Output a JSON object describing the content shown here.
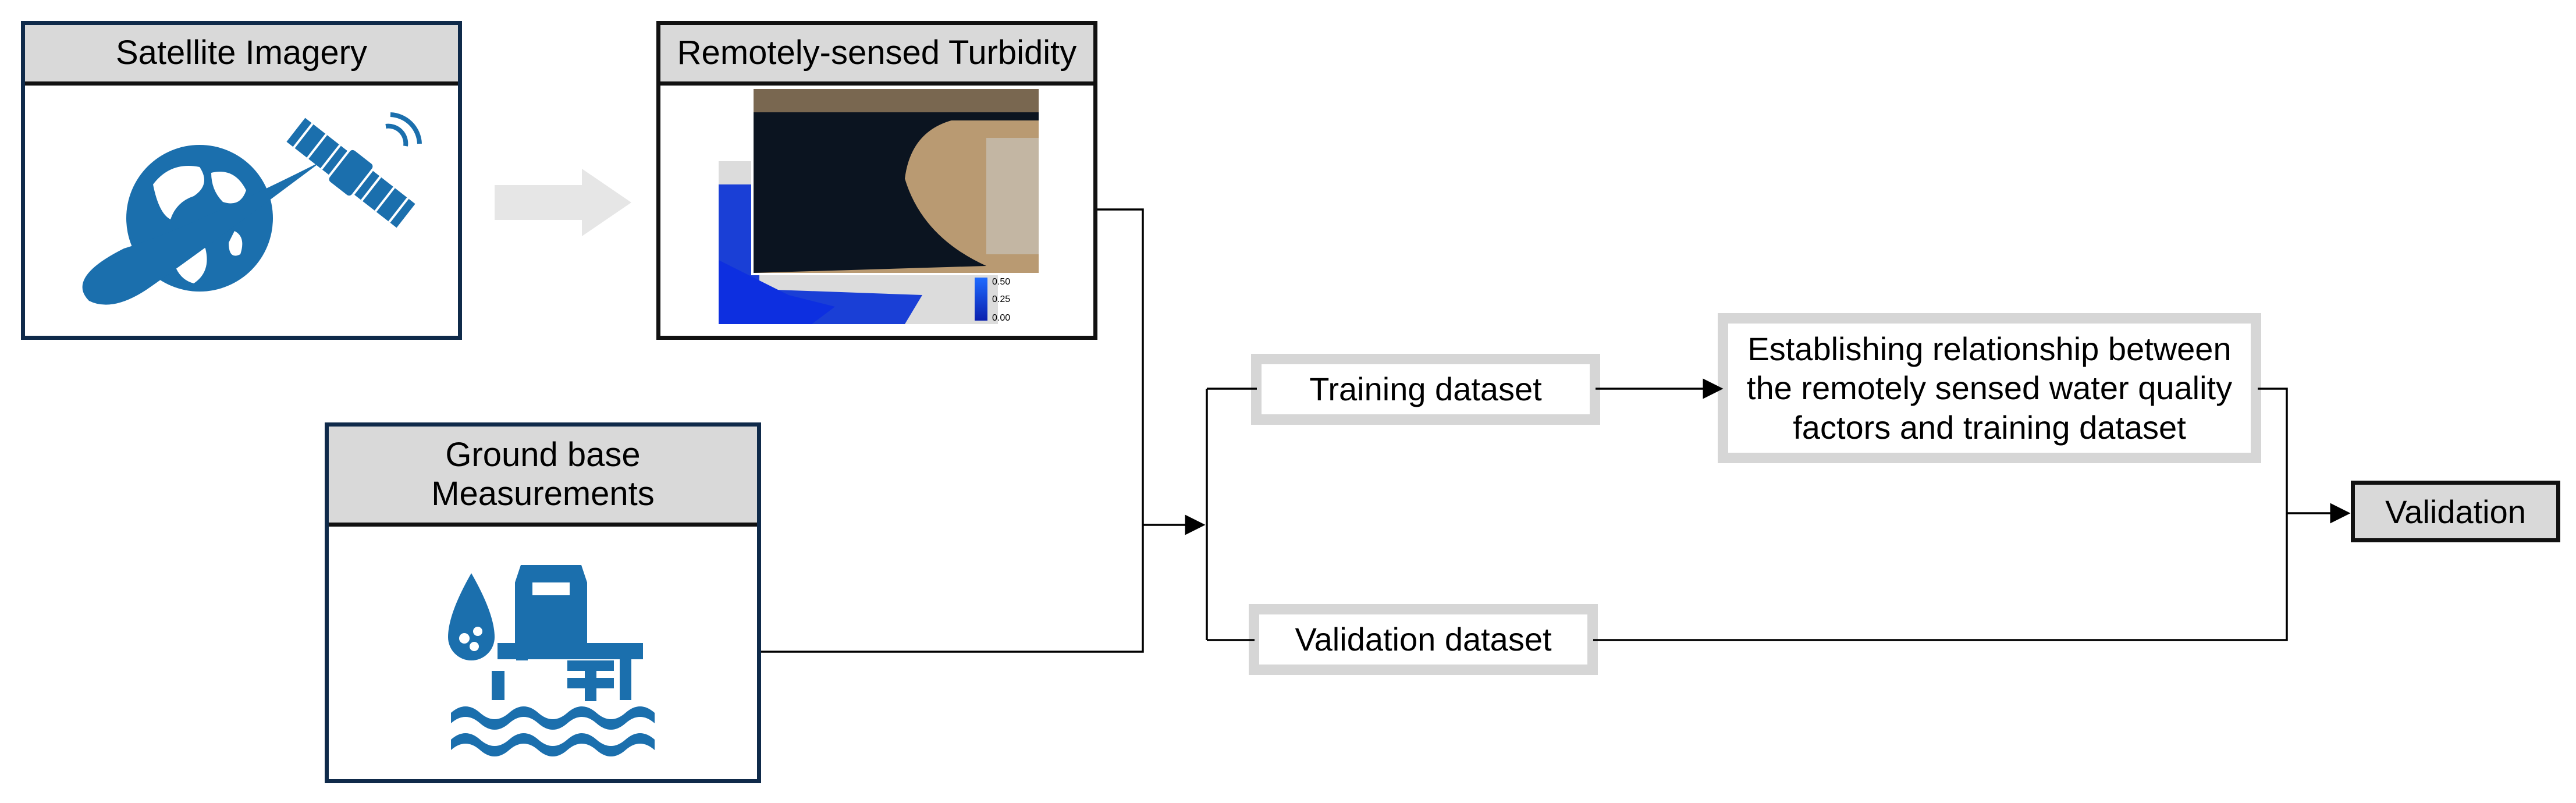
{
  "satellite": {
    "title": "Satellite Imagery"
  },
  "turbidity": {
    "title": "Remotely-sensed Turbidity",
    "colorbar_ticks": [
      "0.50",
      "0.25",
      "0.00"
    ]
  },
  "ground": {
    "title": "Ground base\nMeasurements"
  },
  "training": {
    "label": "Training dataset"
  },
  "validation_dataset": {
    "label": "Validation dataset"
  },
  "relationship": {
    "label": "Establishing relationship between the remotely sensed water quality factors and training dataset"
  },
  "validation": {
    "label": "Validation"
  },
  "colors": {
    "icon_blue": "#1b6fad",
    "panel_border": "#0f2a4a",
    "header_grey": "#d9d9d9",
    "step_border": "#d6d6d6"
  }
}
